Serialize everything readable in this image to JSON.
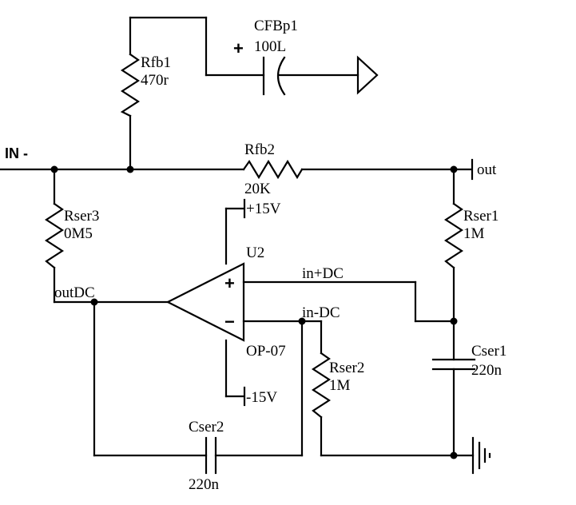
{
  "nets": {
    "in_minus": "IN -",
    "out": "out",
    "out_dc": "outDC",
    "in_plus_dc": "in+DC",
    "in_minus_dc": "in-DC",
    "vpos": "+15V",
    "vneg": "-15V"
  },
  "components": {
    "rfb1": {
      "ref": "Rfb1",
      "value": "470r"
    },
    "rfb2": {
      "ref": "Rfb2",
      "value": "20K"
    },
    "cfbp1": {
      "ref": "CFBp1",
      "value": "100L",
      "polarity": "+"
    },
    "rser1": {
      "ref": "Rser1",
      "value": "1M"
    },
    "rser2": {
      "ref": "Rser2",
      "value": "1M"
    },
    "rser3": {
      "ref": "Rser3",
      "value": "0M5"
    },
    "cser1": {
      "ref": "Cser1",
      "value": "220n"
    },
    "cser2": {
      "ref": "Cser2",
      "value": "220n"
    },
    "u2": {
      "ref": "U2",
      "value": "OP-07",
      "plus": "+",
      "minus": "−"
    }
  },
  "icons": [
    "resistor-icon",
    "capacitor-icon",
    "polarized-capacitor-icon",
    "opamp-icon",
    "ground-icon",
    "signal-ground-icon"
  ]
}
